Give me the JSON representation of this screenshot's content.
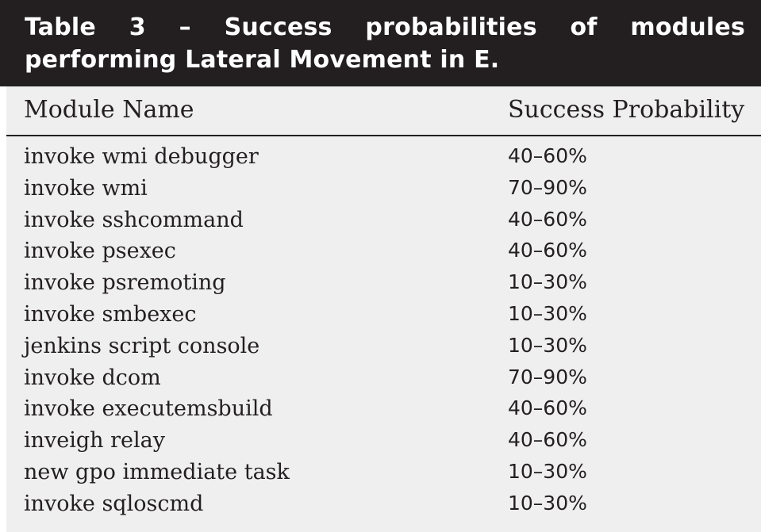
{
  "table": {
    "title": "Table 3 – Success probabilities of modules performing Lateral Movement in E.",
    "headers": {
      "module_name": "Module Name",
      "success_probability": "Success Probability"
    },
    "rows": [
      {
        "module": "invoke wmi debugger",
        "probability": "40–60%"
      },
      {
        "module": "invoke wmi",
        "probability": "70–90%"
      },
      {
        "module": "invoke sshcommand",
        "probability": "40–60%"
      },
      {
        "module": "invoke psexec",
        "probability": "40–60%"
      },
      {
        "module": "invoke psremoting",
        "probability": "10–30%"
      },
      {
        "module": "invoke smbexec",
        "probability": "10–30%"
      },
      {
        "module": "jenkins script console",
        "probability": "10–30%"
      },
      {
        "module": "invoke dcom",
        "probability": "70–90%"
      },
      {
        "module": "invoke executemsbuild",
        "probability": "40–60%"
      },
      {
        "module": "inveigh relay",
        "probability": "40–60%"
      },
      {
        "module": "new gpo immediate task",
        "probability": "10–30%"
      },
      {
        "module": "invoke sqloscmd",
        "probability": "10–30%"
      }
    ]
  }
}
